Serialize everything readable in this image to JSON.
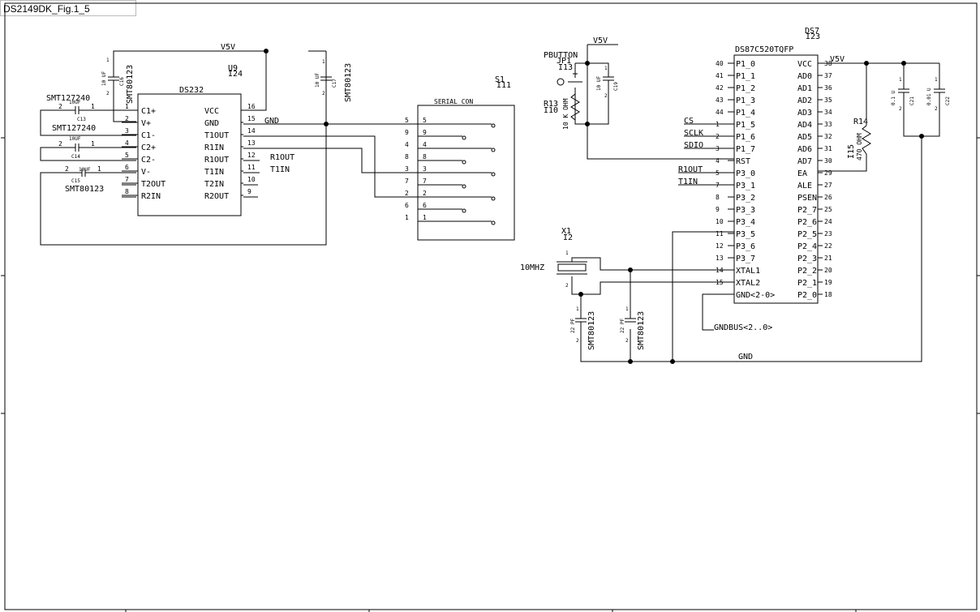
{
  "sheet": {
    "title": "DS2149DK_Fig.1_5"
  },
  "power_labels": {
    "v5v_left": "V5V",
    "v5v_right": "V5V",
    "v5v_mcu": "V5V",
    "gnd_left": "GND",
    "gnd_bottom": "GND",
    "gndbus": "GNDBUS<2..0>"
  },
  "ds232": {
    "name": "DS232",
    "ref": "U9",
    "inst": "I24",
    "left_pins": [
      {
        "num": "1",
        "name": "C1+"
      },
      {
        "num": "2",
        "name": "V+"
      },
      {
        "num": "3",
        "name": "C1-"
      },
      {
        "num": "4",
        "name": "C2+"
      },
      {
        "num": "5",
        "name": "C2-"
      },
      {
        "num": "6",
        "name": "V-"
      },
      {
        "num": "7",
        "name": "T2OUT"
      },
      {
        "num": "8",
        "name": "R2IN"
      }
    ],
    "right_pins": [
      {
        "num": "16",
        "name": "VCC"
      },
      {
        "num": "15",
        "name": "GND"
      },
      {
        "num": "14",
        "name": "T1OUT"
      },
      {
        "num": "13",
        "name": "R1IN"
      },
      {
        "num": "12",
        "name": "R1OUT"
      },
      {
        "num": "11",
        "name": "T1IN"
      },
      {
        "num": "10",
        "name": "T2IN"
      },
      {
        "num": "9",
        "name": "R2OUT"
      }
    ],
    "nets": {
      "r1out": "R1OUT",
      "t1in": "T1IN"
    }
  },
  "serial_con": {
    "name": "SERIAL_CON",
    "ref": "S1",
    "inst": "I11",
    "pins": [
      {
        "outer": "5",
        "inner": "5"
      },
      {
        "outer": "9",
        "inner": "9"
      },
      {
        "outer": "4",
        "inner": "4"
      },
      {
        "outer": "8",
        "inner": "8"
      },
      {
        "outer": "3",
        "inner": "3"
      },
      {
        "outer": "7",
        "inner": "7"
      },
      {
        "outer": "2",
        "inner": "2"
      },
      {
        "outer": "6",
        "inner": "6"
      },
      {
        "outer": "1",
        "inner": "1"
      }
    ]
  },
  "mcu": {
    "name": "DS87C520TQFP",
    "ref": "DS7",
    "inst": "I23",
    "left_pins": [
      {
        "num": "40",
        "name": "P1_0"
      },
      {
        "num": "41",
        "name": "P1_1"
      },
      {
        "num": "42",
        "name": "P1_2"
      },
      {
        "num": "43",
        "name": "P1_3"
      },
      {
        "num": "44",
        "name": "P1_4"
      },
      {
        "num": "1",
        "name": "P1_5"
      },
      {
        "num": "2",
        "name": "P1_6"
      },
      {
        "num": "3",
        "name": "P1_7"
      },
      {
        "num": "4",
        "name": "RST"
      },
      {
        "num": "5",
        "name": "P3_0"
      },
      {
        "num": "7",
        "name": "P3_1"
      },
      {
        "num": "8",
        "name": "P3_2"
      },
      {
        "num": "9",
        "name": "P3_3"
      },
      {
        "num": "10",
        "name": "P3_4"
      },
      {
        "num": "11",
        "name": "P3_5"
      },
      {
        "num": "12",
        "name": "P3_6"
      },
      {
        "num": "13",
        "name": "P3_7"
      },
      {
        "num": "14",
        "name": "XTAL1"
      },
      {
        "num": "15",
        "name": "XTAL2"
      },
      {
        "num": "",
        "name": "GND<2-0>"
      }
    ],
    "right_pins": [
      {
        "num": "38",
        "name": "VCC"
      },
      {
        "num": "37",
        "name": "AD0"
      },
      {
        "num": "36",
        "name": "AD1"
      },
      {
        "num": "35",
        "name": "AD2"
      },
      {
        "num": "34",
        "name": "AD3"
      },
      {
        "num": "33",
        "name": "AD4"
      },
      {
        "num": "32",
        "name": "AD5"
      },
      {
        "num": "31",
        "name": "AD6"
      },
      {
        "num": "30",
        "name": "AD7"
      },
      {
        "num": "29",
        "name": "EA"
      },
      {
        "num": "27",
        "name": "ALE"
      },
      {
        "num": "26",
        "name": "PSEN"
      },
      {
        "num": "25",
        "name": "P2_7"
      },
      {
        "num": "24",
        "name": "P2_6"
      },
      {
        "num": "23",
        "name": "P2_5"
      },
      {
        "num": "22",
        "name": "P2_4"
      },
      {
        "num": "21",
        "name": "P2_3"
      },
      {
        "num": "20",
        "name": "P2_2"
      },
      {
        "num": "19",
        "name": "P2_1"
      },
      {
        "num": "18",
        "name": "P2_0"
      }
    ],
    "nets": {
      "cs": "CS",
      "sclk": "SCLK",
      "sdio": "SDIO",
      "r1out": "R1OUT",
      "t1in": "T1IN"
    }
  },
  "components": {
    "c16": {
      "value": "10 UF",
      "ref": "C16",
      "part": "SMT80123",
      "p1": "1",
      "p2": "2"
    },
    "c17": {
      "value": "10 UF",
      "ref": "C17",
      "part": "SMT80123",
      "p1": "1",
      "p2": "2"
    },
    "c13": {
      "value": "10UF",
      "ref": "C13",
      "part": "SMT127240",
      "p1": "2",
      "p2": "1"
    },
    "c14": {
      "value": "10UF",
      "ref": "C14",
      "part": "SMT127240",
      "p1": "2",
      "p2": "1"
    },
    "c15": {
      "value": "10UF",
      "ref": "C15",
      "part": "SMT80123",
      "p1": "2",
      "p2": "1"
    },
    "c19": {
      "value": "10 UF",
      "ref": "C19",
      "p1": "1",
      "p2": "2"
    },
    "c21": {
      "value": "0.1 U",
      "ref": "C21",
      "p1": "1",
      "p2": "2"
    },
    "c22": {
      "value": "0.01 U",
      "ref": "C22",
      "p1": "1",
      "p2": "2"
    },
    "cx1": {
      "value": "22 PF",
      "part": "SMT80123",
      "p1": "1",
      "p2": "2"
    },
    "cx2": {
      "value": "22 PF",
      "part": "SMT80123",
      "p1": "1",
      "p2": "2"
    },
    "jp1": {
      "ref": "JP1",
      "inst": "I13",
      "name": "PBUTTON"
    },
    "r13": {
      "ref": "R13",
      "inst": "I10",
      "value": "10 K OHM"
    },
    "r14": {
      "ref": "R14",
      "inst": "I15",
      "value": "470 OHM"
    },
    "x1": {
      "ref": "X1",
      "inst": "I2",
      "freq": "10MHZ",
      "p1": "1",
      "p2": "2"
    }
  }
}
